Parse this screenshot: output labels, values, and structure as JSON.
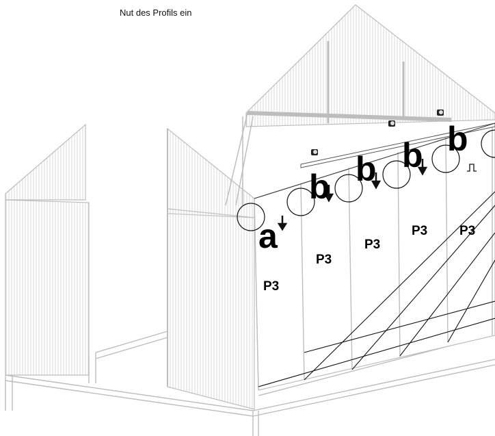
{
  "caption": "Nut des Profils ein",
  "labels": {
    "a": "a",
    "b": "b",
    "panel": "P3"
  }
}
